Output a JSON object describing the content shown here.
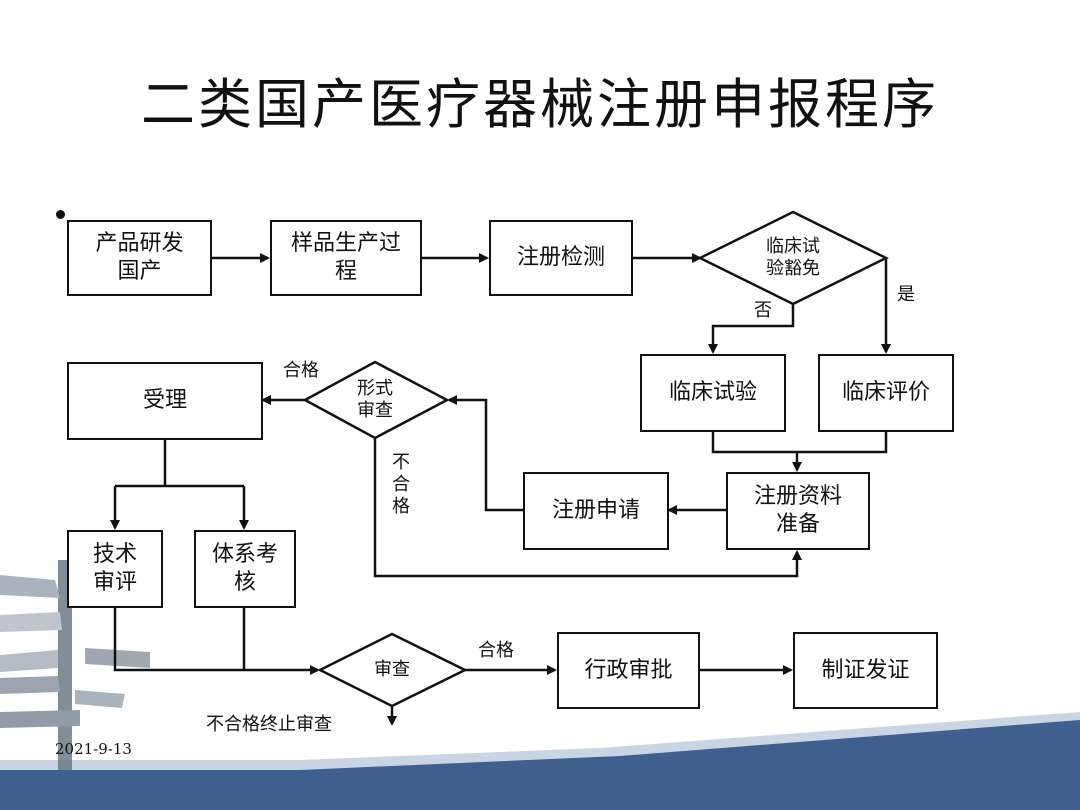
{
  "title": "二类国产医疗器械注册申报程序",
  "date": "2021-9-13",
  "nodes": {
    "product_dev": "产品研发\n国产",
    "sample_prod": "样品生产过\n程",
    "reg_test": "注册检测",
    "clinical_exempt": "临床试\n验豁免",
    "clinical_trial": "临床试验",
    "clinical_eval": "临床评价",
    "reg_docs": "注册资料\n准备",
    "reg_apply": "注册申请",
    "formal_review": "形式\n审查",
    "accept": "受理",
    "tech_review": "技术\n审评",
    "system_audit": "体系考\n核",
    "review": "审查",
    "admin_approval": "行政审批",
    "issue_cert": "制证发证"
  },
  "labels": {
    "no": "否",
    "yes": "是",
    "pass_top": "合格",
    "fail_vertical": "不\n合\n格",
    "pass_bottom": "合格",
    "terminate": "不合格终止审查"
  },
  "colors": {
    "footer_band": "#3f5f8f",
    "footer_light": "#c9d4e4",
    "line": "#111111"
  }
}
